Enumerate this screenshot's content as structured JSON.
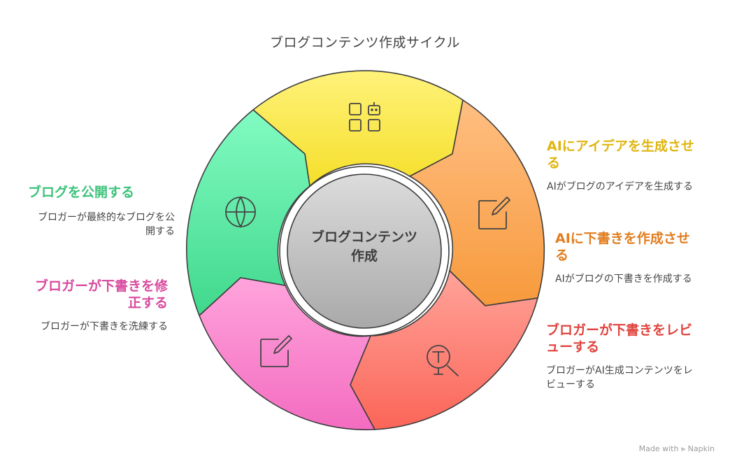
{
  "title": "ブログコンテンツ作成サイクル",
  "center": {
    "line1": "ブログコンテンツ",
    "line2": "作成"
  },
  "steps": [
    {
      "heading_line1": "AIにアイデアを生成させ",
      "heading_line2": "る",
      "description": "AIがブログのアイデアを生成する",
      "color": "#e0b50f",
      "icon": "robot-grid-icon"
    },
    {
      "heading_line1": "AIに下書きを作成させ",
      "heading_line2": "る",
      "description": "AIがブログの下書きを作成する",
      "color": "#e27d1f",
      "icon": "edit-icon"
    },
    {
      "heading_line1": "ブロガーが下書きをレビ",
      "heading_line2": "ューする",
      "description_line1": "ブロガーがAI生成コンテンツをレ",
      "description_line2": "ビューする",
      "color": "#e0443e",
      "icon": "search-text-icon"
    },
    {
      "heading_line1": "ブロガーが下書きを修",
      "heading_line2": "正する",
      "description": "ブロガーが下書きを洗練する",
      "color": "#d84a9e",
      "icon": "edit-icon"
    },
    {
      "heading": "ブログを公開する",
      "description_line1": "ブロガーが最終的なブログを公",
      "description_line2": "開する",
      "color": "#3cc27a",
      "icon": "globe-icon"
    }
  ],
  "footer": "Made with ⪢ Napkin"
}
